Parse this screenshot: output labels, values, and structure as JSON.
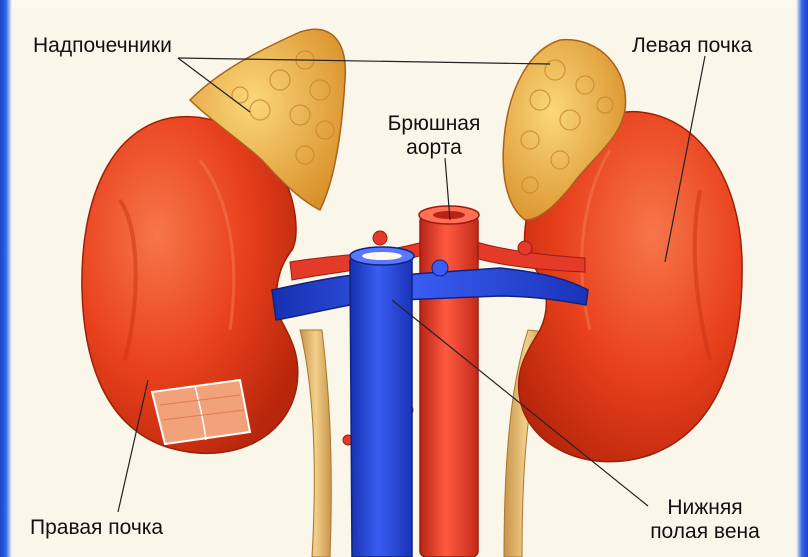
{
  "labels": {
    "adrenals": "Надпочечники",
    "left_kidney": "Левая почка",
    "aorta_line1": "Брюшная",
    "aorta_line2": "аорта",
    "right_kidney": "Правая почка",
    "vena_line1": "Нижняя",
    "vena_line2": "полая вена"
  },
  "colors": {
    "kidney": "#e8401c",
    "adrenal": "#f2b640",
    "aorta": "#e33a2a",
    "vena": "#1f3fd8",
    "ureter": "#e6b86a",
    "frame": "#2f66e6"
  }
}
